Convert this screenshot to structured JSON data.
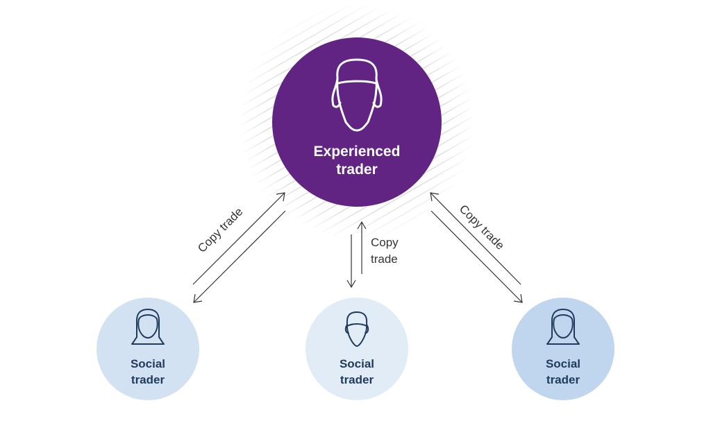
{
  "center_node": {
    "line1": "Experienced",
    "line2": "trader",
    "color": "#612483",
    "icon": "person-head-icon"
  },
  "social_nodes": [
    {
      "line1": "Social",
      "line2": "trader",
      "icon": "woman-head-icon",
      "color": "#d3e2f2"
    },
    {
      "line1": "Social",
      "line2": "trader",
      "icon": "person-head-icon",
      "color": "#e2ecf7"
    },
    {
      "line1": "Social",
      "line2": "trader",
      "icon": "woman-head-icon",
      "color": "#bfd6ee"
    }
  ],
  "edges": [
    {
      "label": "Copy trade"
    },
    {
      "label_line1": "Copy",
      "label_line2": "trade"
    },
    {
      "label": "Copy trade"
    }
  ],
  "colors": {
    "social_text": "#1f3a5c",
    "arrow": "#333333",
    "hatch": "#d6d6d6"
  }
}
